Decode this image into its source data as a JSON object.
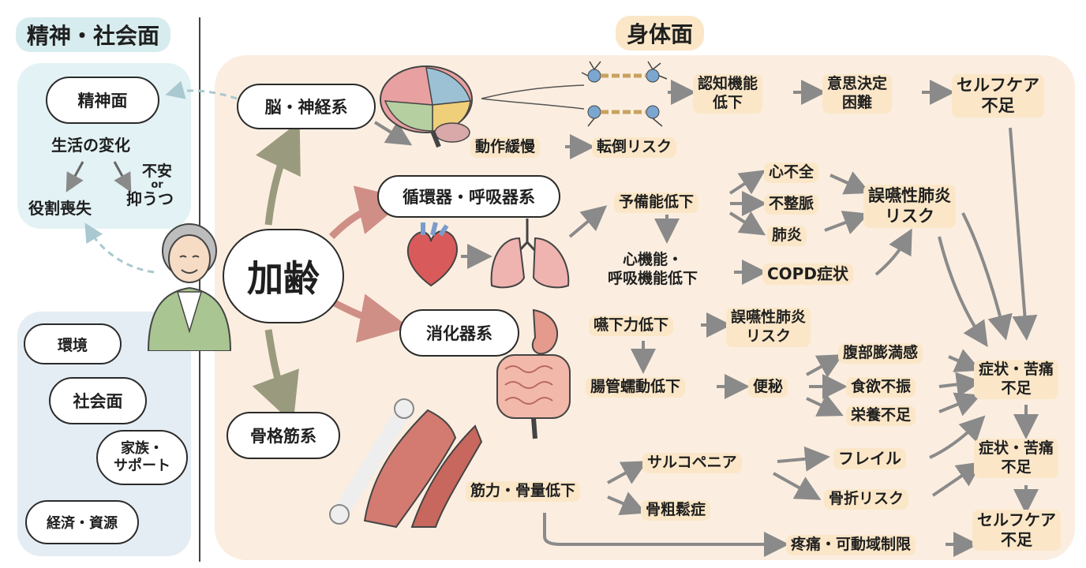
{
  "headers": {
    "left": "精神・社会面",
    "right": "身体面"
  },
  "center": "加齢",
  "mental": {
    "cloud": "精神面",
    "change": "生活の変化",
    "role_loss": "役割喪失",
    "anxiety_top": "不安",
    "anxiety_or": "or",
    "anxiety_bottom": "抑うつ"
  },
  "social": {
    "environment": "環境",
    "cloud": "社会面",
    "family_1": "家族・",
    "family_2": "サポート",
    "economy": "経済・資源"
  },
  "brain": {
    "system": "脳・神経系",
    "cognitive_1": "認知機能",
    "cognitive_2": "低下",
    "decision_1": "意思決定",
    "decision_2": "困難",
    "selfcare_1": "セルフケア",
    "selfcare_2": "不足",
    "slow_motion": "動作緩慢",
    "fall_risk": "転倒リスク"
  },
  "cardio": {
    "system": "循環器・呼吸器系",
    "reserve": "予備能低下",
    "heart_failure": "心不全",
    "arrhythmia": "不整脈",
    "pneumonia": "肺炎",
    "aspiration_1": "誤嚥性肺炎",
    "aspiration_2": "リスク",
    "cardiac_1": "心機能・",
    "cardiac_2": "呼吸機能低下",
    "copd": "COPD症状"
  },
  "digestive": {
    "system": "消化器系",
    "swallow": "嚥下力低下",
    "aspiration_1": "誤嚥性肺炎",
    "aspiration_2": "リスク",
    "bloating": "腹部膨満感",
    "peristalsis": "腸管蠕動低下",
    "constipation": "便秘",
    "appetite": "食欲不振",
    "malnutrition": "栄養不足",
    "symptom_1": "症状・苦痛",
    "symptom_2": "不足"
  },
  "musculo": {
    "system": "骨格筋系",
    "strength": "筋力・骨量低下",
    "sarcopenia": "サルコペニア",
    "frailty": "フレイル",
    "fracture": "骨折リスク",
    "osteoporosis": "骨粗鬆症",
    "pain": "疼痛・可動域制限",
    "symptom_1": "症状・苦痛",
    "symptom_2": "不足",
    "selfcare_1": "セルフケア",
    "selfcare_2": "不足"
  },
  "colors": {
    "body_bg": "#fbeee0",
    "mental_bg": "#e3f2f4",
    "social_bg": "#e4edf4",
    "arrow_gray": "#8a8a8a",
    "arrow_olive": "#9a9a7e",
    "arrow_red": "#cf8f86",
    "highlight": "#fbe7c8"
  }
}
